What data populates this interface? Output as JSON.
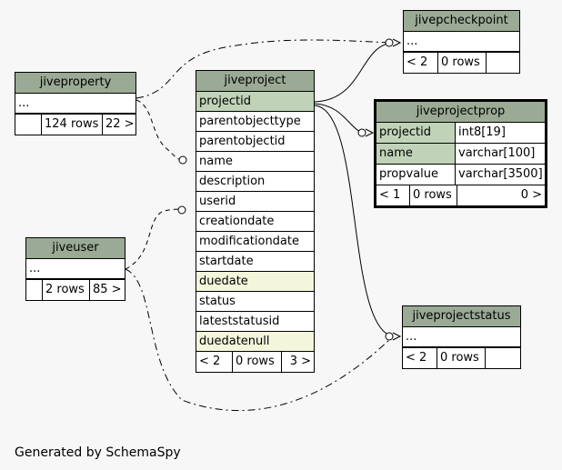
{
  "tables": {
    "jivepcheckpoint": {
      "name": "jivepcheckpoint",
      "cols": [
        "..."
      ],
      "foot": [
        "< 2",
        "0 rows",
        ""
      ]
    },
    "jiveproperty": {
      "name": "jiveproperty",
      "cols": [
        "..."
      ],
      "foot": [
        "",
        "124 rows",
        "22 >"
      ]
    },
    "jiveproject": {
      "name": "jiveproject",
      "cols": [
        "projectid",
        "parentobjecttype",
        "parentobjectid",
        "name",
        "description",
        "userid",
        "creationdate",
        "modificationdate",
        "startdate",
        "duedate",
        "status",
        "lateststatusid",
        "duedatenull"
      ],
      "foot": [
        "< 2",
        "0 rows",
        "3 >"
      ]
    },
    "jiveprojectprop": {
      "name": "jiveprojectprop",
      "cols": [
        {
          "name": "projectid",
          "type": "int8[19]"
        },
        {
          "name": "name",
          "type": "varchar[100]"
        },
        {
          "name": "propvalue",
          "type": "varchar[3500]"
        }
      ],
      "foot": [
        "< 1",
        "0 rows",
        "0 >"
      ]
    },
    "jiveuser": {
      "name": "jiveuser",
      "cols": [
        "..."
      ],
      "foot": [
        "",
        "2 rows",
        "85 >"
      ]
    },
    "jiveprojectstatus": {
      "name": "jiveprojectstatus",
      "cols": [
        "..."
      ],
      "foot": [
        "< 2",
        "0 rows",
        ""
      ]
    }
  },
  "caption": "Generated by SchemaSpy",
  "colors": {
    "header": "#9aaa95",
    "primary_key": "#c0d3b8",
    "indexed": "#f4f6dc",
    "background": "#f7f7f7"
  }
}
